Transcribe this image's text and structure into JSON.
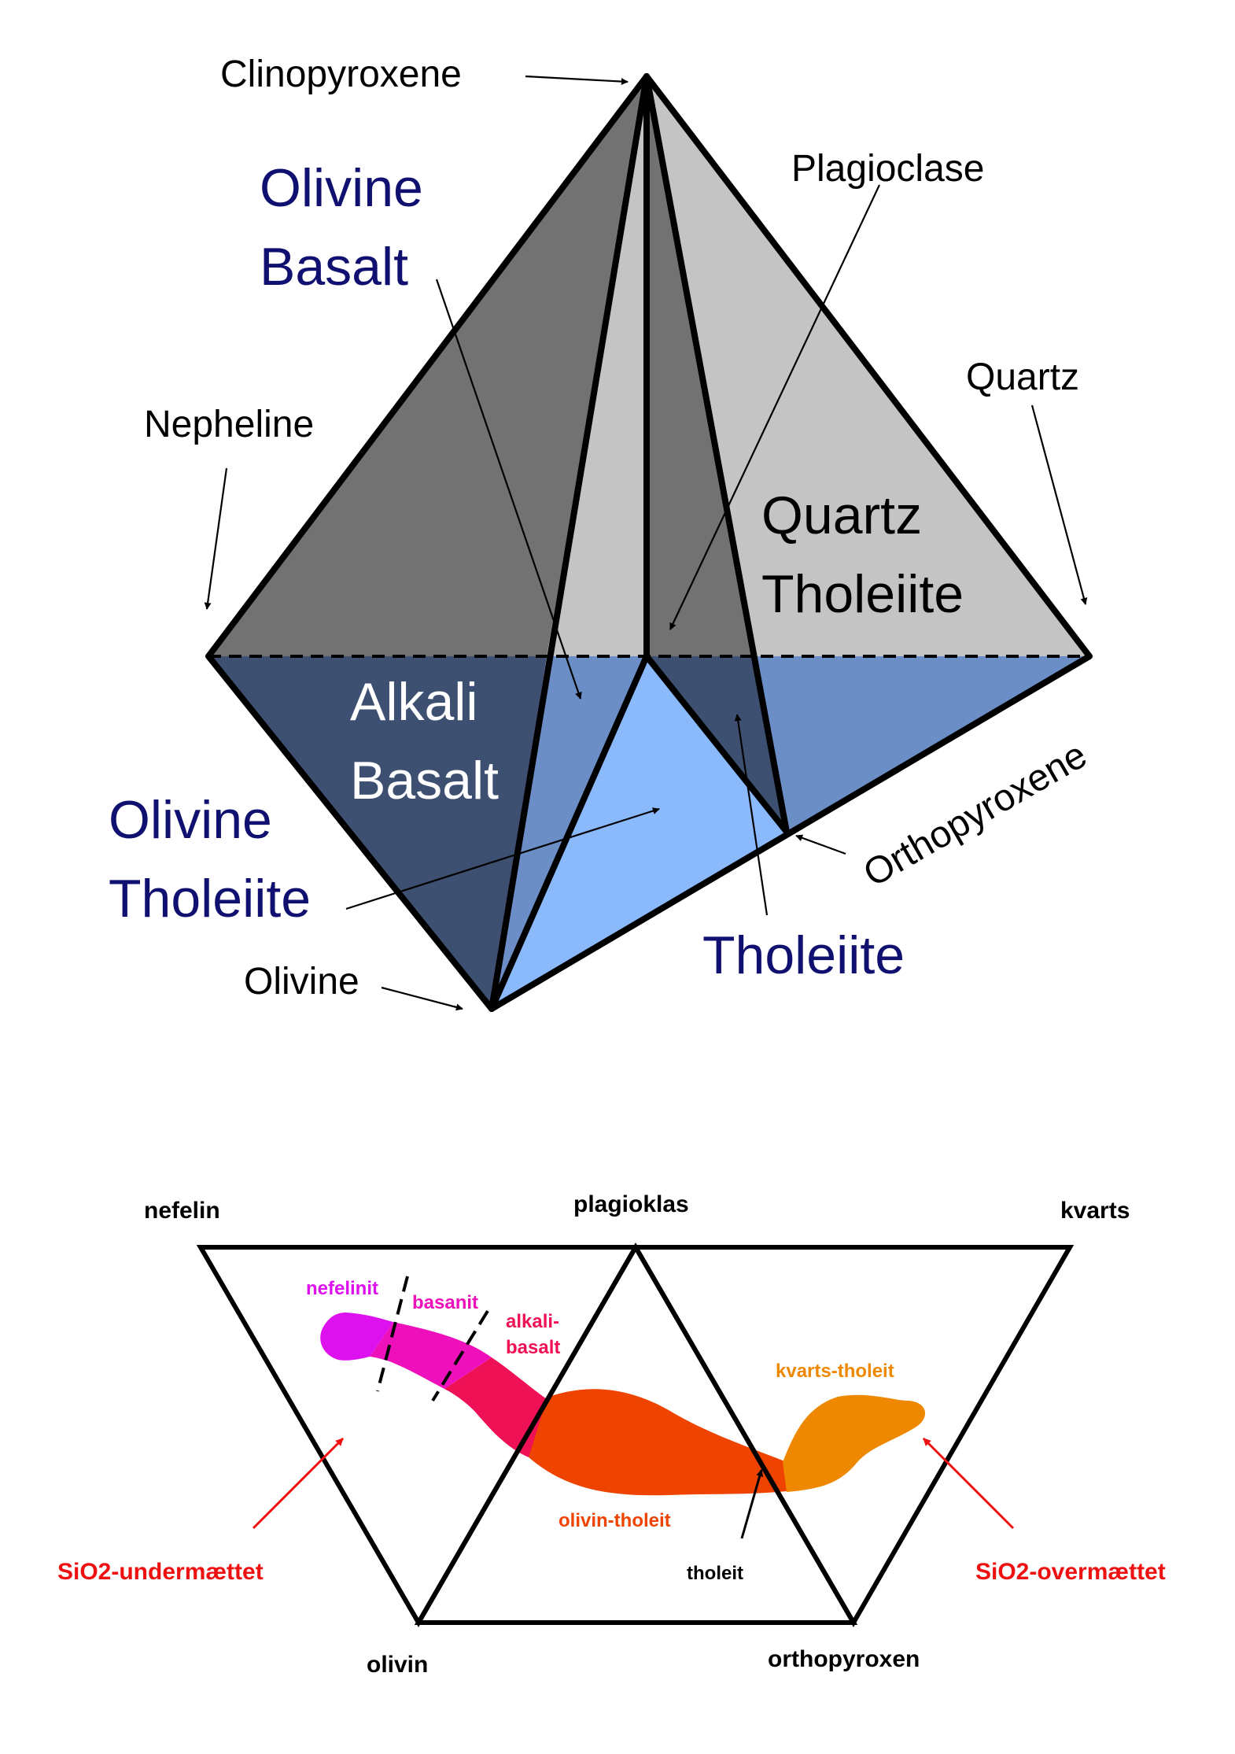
{
  "colors": {
    "navy_label": "#101070",
    "white_label": "#ffffff",
    "face_dark_grey": "#727272",
    "face_mid_grey": "#8a8a8a",
    "face_light_grey": "#c4c4c4",
    "face_dark_blue": "#3e5072",
    "face_mid_blue": "#6b8ec6",
    "face_light_blue": "#8ab9fc",
    "nefelinit": "#dd11ee",
    "basanit": "#ee11bb",
    "alkalibasalt": "#ee1155",
    "olivin_tholeit": "#ee4400",
    "kvarts_tholeit": "#ee8800",
    "sio2": "#ee1111"
  },
  "tetrahedron": {
    "clinopyroxene": "Clinopyroxene",
    "plagioclase": "Plagioclase",
    "quartz": "Quartz",
    "nepheline": "Nepheline",
    "olivine": "Olivine",
    "orthopyroxene": "Orthopyroxene",
    "olivine_basalt": [
      "Olivine",
      "Basalt"
    ],
    "quartz_tholeiite": [
      "Quartz",
      "Tholeiite"
    ],
    "alkali_basalt": [
      "Alkali",
      "Basalt"
    ],
    "olivine_tholeiite": [
      "Olivine",
      "Tholeiite"
    ],
    "tholeiite": "Tholeiite"
  },
  "projection": {
    "nefelin": "nefelin",
    "plagioklas": "plagioklas",
    "kvarts": "kvarts",
    "olivin": "olivin",
    "orthopyroxen": "orthopyroxen",
    "nefelinit": "nefelinit",
    "basanit": "basanit",
    "alkalibasalt": [
      "alkali-",
      "basalt"
    ],
    "kvarts_tholeit": "kvarts-tholeit",
    "olivin_tholeit": "olivin-tholeit",
    "tholeit": "tholeit",
    "sio2_under": "SiO2-undermættet",
    "sio2_over": "SiO2-overmættet"
  }
}
